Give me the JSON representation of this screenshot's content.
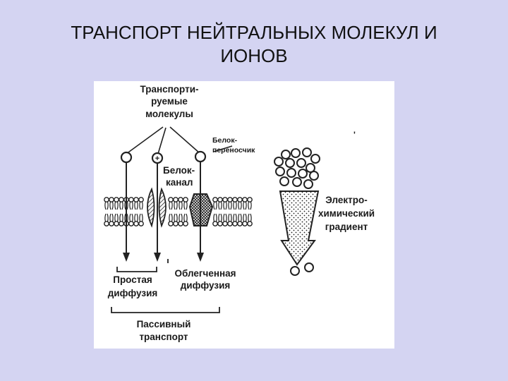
{
  "slide": {
    "title_line1": "ТРАНСПОРТ НЕЙТРАЛЬНЫХ МОЛЕКУЛ И",
    "title_line2": "ИОНОВ"
  },
  "diagram": {
    "transported_molecules": [
      "Транспорти-",
      "руемые",
      "молекулы"
    ],
    "carrier_protein": [
      "Белок-",
      "переносчик"
    ],
    "channel_protein": [
      "Белок-",
      "канал"
    ],
    "electrochemical_gradient": [
      "Электро-",
      "химический",
      "градиент"
    ],
    "simple_diffusion": [
      "Простая",
      "диффузия"
    ],
    "facilitated_diffusion": [
      "Облегченная",
      "диффузия"
    ],
    "passive_transport": [
      "Пассивный",
      "транспорт"
    ],
    "plus_sign": "+",
    "stray_mark": "'"
  }
}
